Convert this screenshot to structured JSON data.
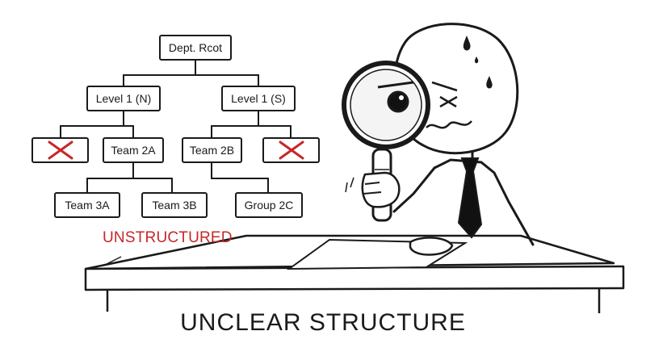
{
  "colors": {
    "ink": "#1a1a1a",
    "accent_red": "#c62828",
    "paper": "#ffffff",
    "shadow": "#e6e6e6"
  },
  "org_chart": {
    "root": {
      "label": "Dept. Rcot"
    },
    "level1": [
      {
        "label": "Level 1 (N)"
      },
      {
        "label": "Level 1 (S)"
      }
    ],
    "level2": [
      {
        "label": "",
        "status": "crossed-out",
        "icon": "red-x-icon"
      },
      {
        "label": "Team 2A"
      },
      {
        "label": "Team 2B"
      },
      {
        "label": "",
        "status": "crossed-out",
        "icon": "red-x-icon"
      }
    ],
    "level3": [
      {
        "label": "Team 3A"
      },
      {
        "label": "Team 3B"
      },
      {
        "label": "Group 2C"
      }
    ]
  },
  "annotation": {
    "label": "UNSTRUCTURED"
  },
  "caption": {
    "text": "UNCLEAR STRUCTURE"
  },
  "illustration": {
    "character": "stick-figure-with-magnifying-glass",
    "icons": [
      "magnifying-glass-icon",
      "sweat-drop-icon",
      "tie-icon",
      "desk-icon",
      "paper-sheet-icon"
    ]
  }
}
